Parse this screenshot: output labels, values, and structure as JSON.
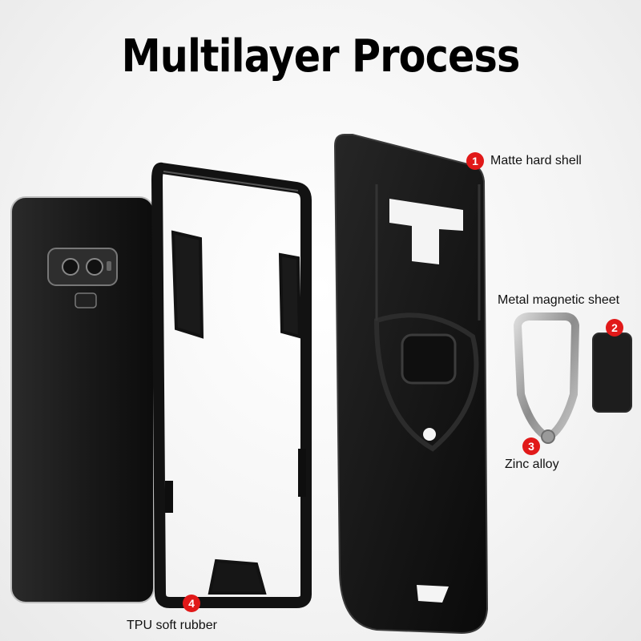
{
  "headline": "Multilayer Process",
  "layers": [
    {
      "number": "1",
      "label": "Matte hard shell"
    },
    {
      "number": "2",
      "label": "Metal magnetic sheet"
    },
    {
      "number": "3",
      "label": "Zinc alloy"
    },
    {
      "number": "4",
      "label": "TPU soft rubber"
    }
  ],
  "colors": {
    "badge": "#e11919",
    "case": "#141414",
    "ring": "#9a9a9a"
  }
}
